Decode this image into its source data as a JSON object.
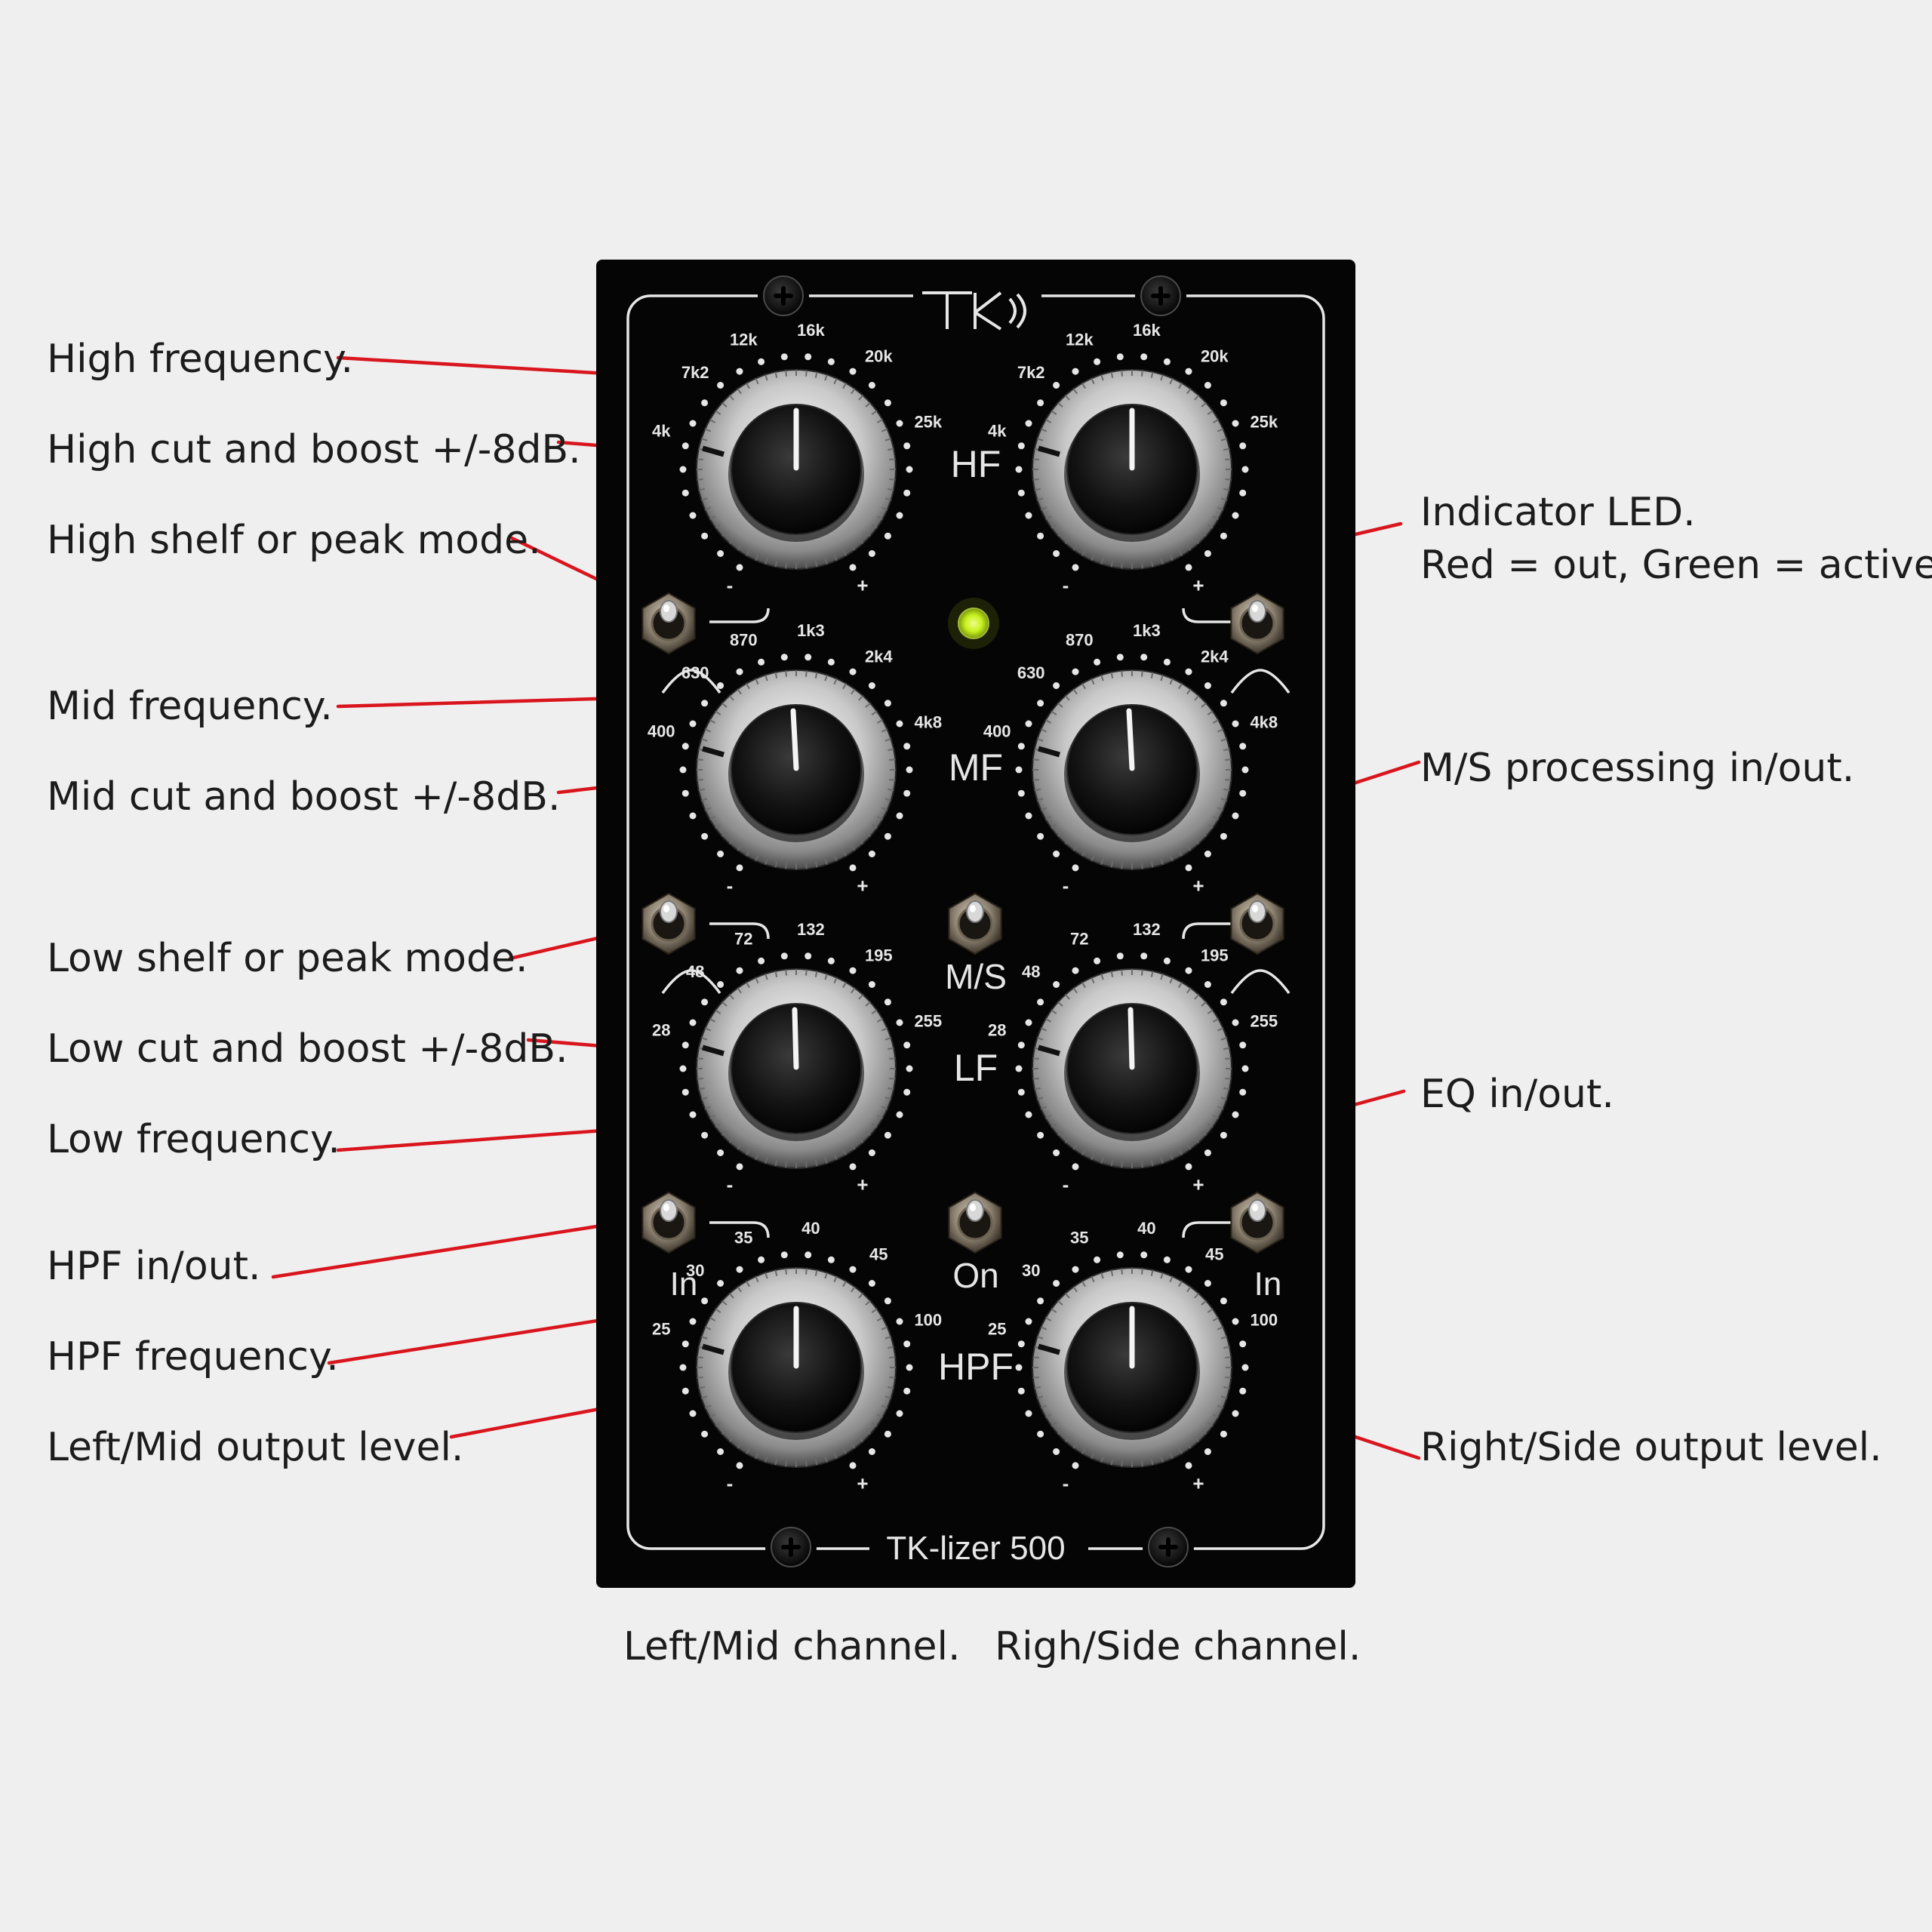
{
  "brand": {
    "logo_text": "TK",
    "model_name": "TK-lizer 500"
  },
  "colors": {
    "background": "#efefef",
    "panel": "#050505",
    "silk": "#e6e6e6",
    "callout_line": "#d9151d",
    "led": "#c8f21e",
    "text": "#1c1c1c"
  },
  "callouts_left": {
    "high_frequency": "High frequency.",
    "high_gain": "High cut and boost +/-8dB.",
    "high_mode": "High shelf or peak mode.",
    "mid_frequency": "Mid frequency.",
    "mid_gain": "Mid cut and boost +/-8dB.",
    "low_mode": "Low shelf or peak mode.",
    "low_gain": "Low cut and boost +/-8dB.",
    "low_frequency": "Low frequency.",
    "hpf_switch": "HPF in/out.",
    "hpf_frequency": "HPF frequency.",
    "left_output": "Left/Mid output level."
  },
  "callouts_right": {
    "led": "Indicator LED.\nRed = out, Green = active.",
    "ms_switch": "M/S processing in/out.",
    "eq_switch": "EQ in/out.",
    "right_output": "Right/Side output level."
  },
  "captions": {
    "left_channel": "Left/Mid channel.",
    "right_channel": "Righ/Side channel."
  },
  "sections": {
    "hf": "HF",
    "mf": "MF",
    "ms": "M/S",
    "lf": "LF",
    "on": "On",
    "hpf": "HPF",
    "in": "In"
  },
  "scales": {
    "hf": [
      "4k",
      "7k2",
      "12k",
      "16k",
      "20k",
      "25k"
    ],
    "mf": [
      "400",
      "630",
      "870",
      "1k3",
      "2k4",
      "4k8"
    ],
    "lf": [
      "28",
      "48",
      "72",
      "132",
      "195",
      "255"
    ],
    "hpf": [
      "25",
      "30",
      "35",
      "40",
      "45",
      "100"
    ],
    "minus": "-",
    "plus": "+"
  },
  "icons": {
    "knob": "rotary-knob",
    "toggle": "toggle-switch",
    "screw": "phillips-screw",
    "led": "indicator-led",
    "shelf": "shelf-curve-icon",
    "peak": "peak-curve-icon"
  }
}
